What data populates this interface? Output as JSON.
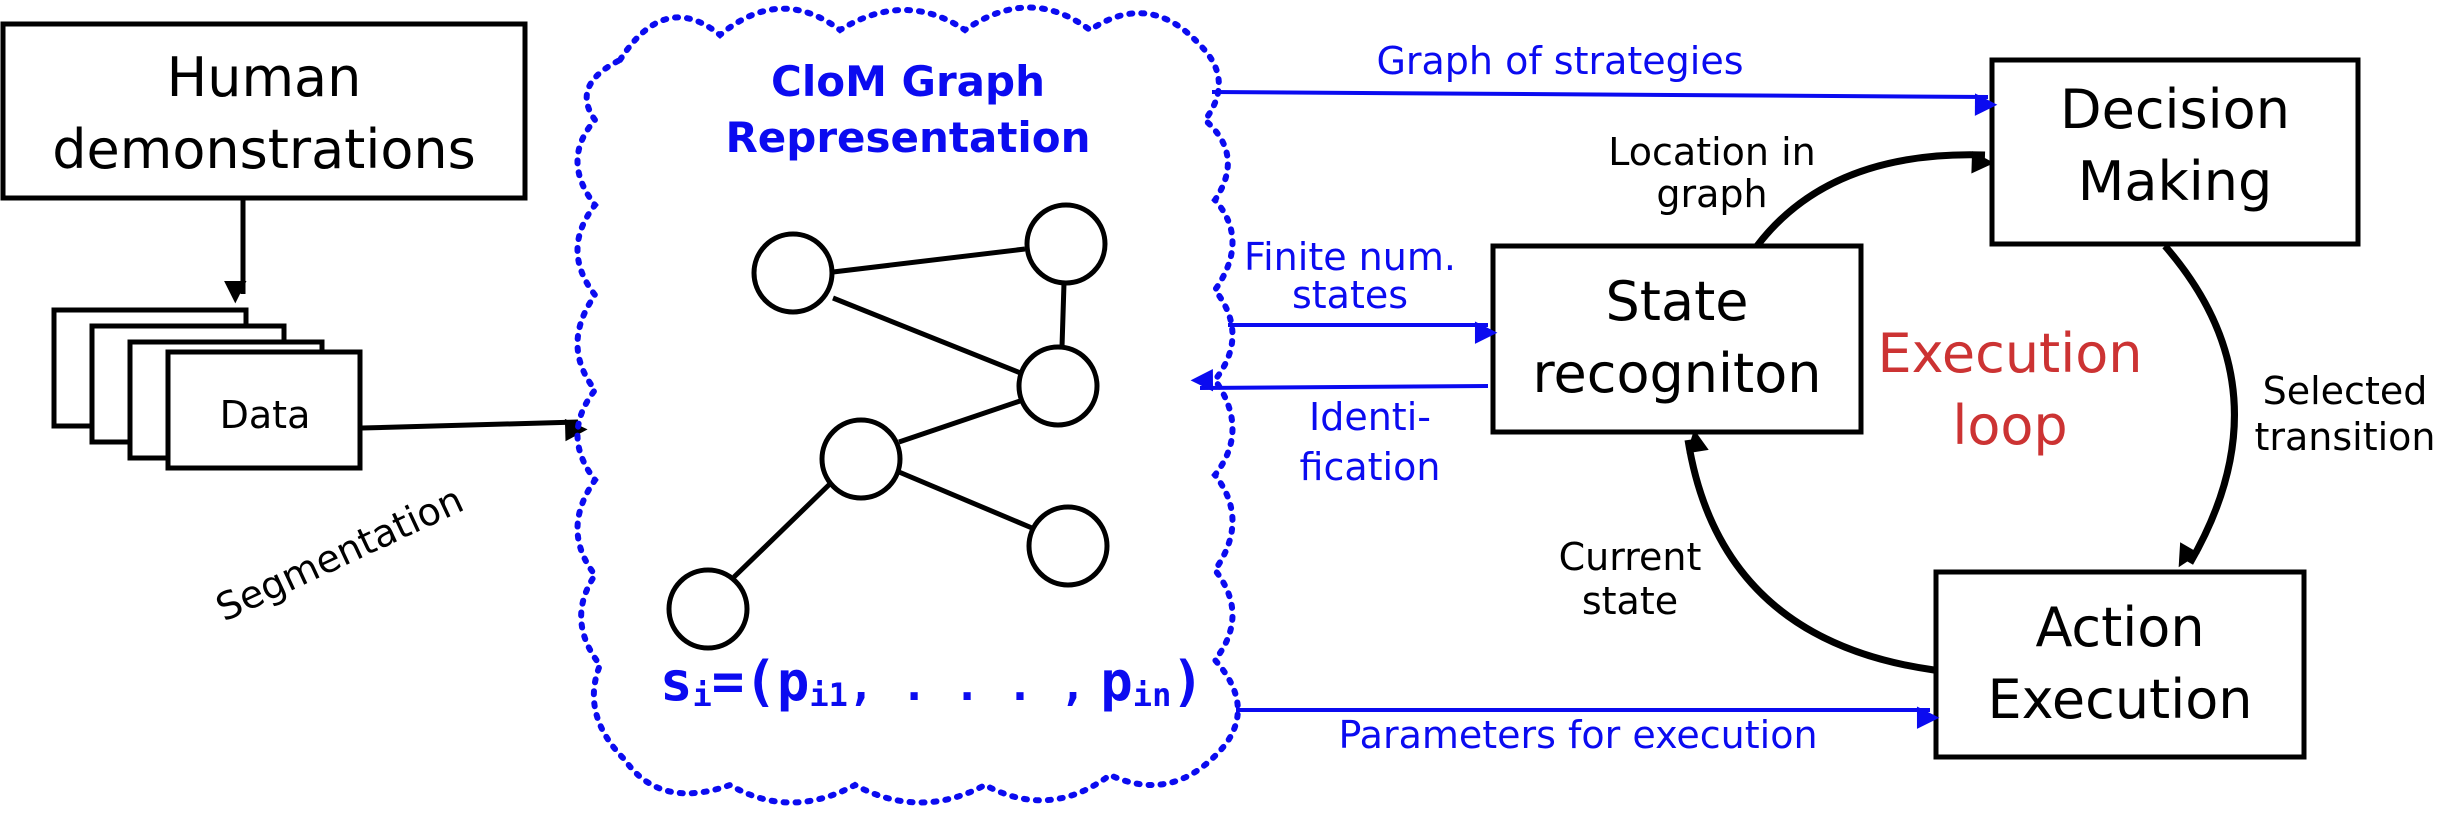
{
  "boxes": {
    "human": [
      "Human",
      "demonstrations"
    ],
    "data": "Data",
    "state": [
      "State",
      "recogniton"
    ],
    "decision": [
      "Decision",
      "Making"
    ],
    "action": [
      "Action",
      "Execution"
    ]
  },
  "cloud": {
    "title": [
      "CloM Graph",
      "Representation"
    ],
    "formula": {
      "s": "s",
      "s_sub": "i",
      "eq_open": "=(",
      "p1": "p",
      "p1_sub": "i1",
      "mid": ", . . . ,",
      "pn": "p",
      "pn_sub": "in",
      "close": ")"
    }
  },
  "labels": {
    "segmentation": "Segmentation",
    "graph_of_strategies": "Graph of strategies",
    "finite_states": [
      "Finite num.",
      "states"
    ],
    "identification": [
      "Identi-",
      "fication"
    ],
    "location": [
      "Location in",
      "graph"
    ],
    "selected": [
      "Selected",
      "transition"
    ],
    "current": [
      "Current",
      "state"
    ],
    "execution_loop": [
      "Execution",
      "loop"
    ],
    "parameters": "Parameters for execution"
  },
  "colors": {
    "blue": "#0b0bf0",
    "red": "#cc3333",
    "black": "#000000"
  }
}
